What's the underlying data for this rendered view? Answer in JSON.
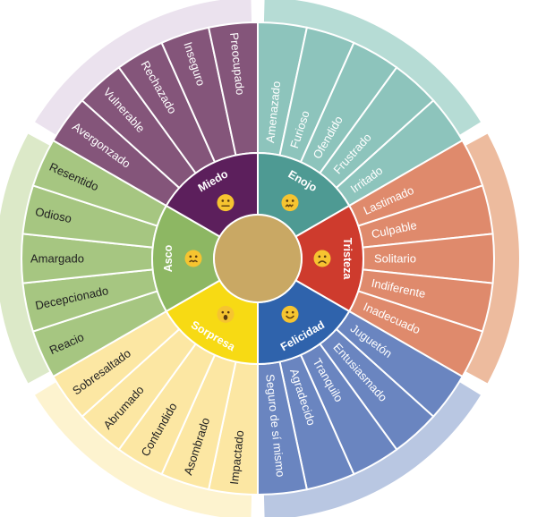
{
  "colors": {
    "center": "#C9A864",
    "emoji_face": "#F6C430",
    "emoji_feature": "#5A3B10",
    "divider": "#FFFFFF"
  },
  "emotions": [
    {
      "id": "enojo",
      "label": "Enojo",
      "face": "worried",
      "colors": {
        "core": "#4E9A93",
        "mid": "#8DC4BC",
        "outer": "#B6DCD5"
      },
      "items": [
        "Amenazado",
        "Furioso",
        "Ofendido",
        "Frustrado",
        "Irritado"
      ]
    },
    {
      "id": "tristeza",
      "label": "Tristeza",
      "face": "sad",
      "colors": {
        "core": "#CE3B2D",
        "mid": "#DF8A6C",
        "outer": "#EDBB9E"
      },
      "items": [
        "Lastimado",
        "Culpable",
        "Solitario",
        "Indiferente",
        "Inadecuado"
      ]
    },
    {
      "id": "felicidad",
      "label": "Felicidad",
      "face": "happy",
      "colors": {
        "core": "#2F63AC",
        "mid": "#6A85C0",
        "outer": "#B9C7E2"
      },
      "items": [
        "Juguetón",
        "Entusiasmado",
        "Tranquilo",
        "Agradecido",
        "Seguro de sí mismo"
      ]
    },
    {
      "id": "sorpresa",
      "label": "Sorpresa",
      "face": "surprised",
      "colors": {
        "core": "#F7DA14",
        "mid": "#FCE7A3",
        "outer": "#FDF3CF"
      },
      "items": [
        "Impactado",
        "Asombrado",
        "Confundido",
        "Abrumado",
        "Sobresaltado"
      ]
    },
    {
      "id": "asco",
      "label": "Asco",
      "face": "disgust",
      "colors": {
        "core": "#8DB763",
        "mid": "#A6C681",
        "outer": "#DCE9C8"
      },
      "items": [
        "Reacio",
        "Decepcionado",
        "Amargado",
        "Odioso",
        "Resentido"
      ]
    },
    {
      "id": "miedo",
      "label": "Miedo",
      "face": "scared",
      "colors": {
        "core": "#5C1F5C",
        "mid": "#84557A",
        "outer": "#EBE2EE"
      },
      "items": [
        "Avergonzado",
        "Vulnerable",
        "Rechazado",
        "Inseguro",
        "Preocupado"
      ]
    }
  ]
}
